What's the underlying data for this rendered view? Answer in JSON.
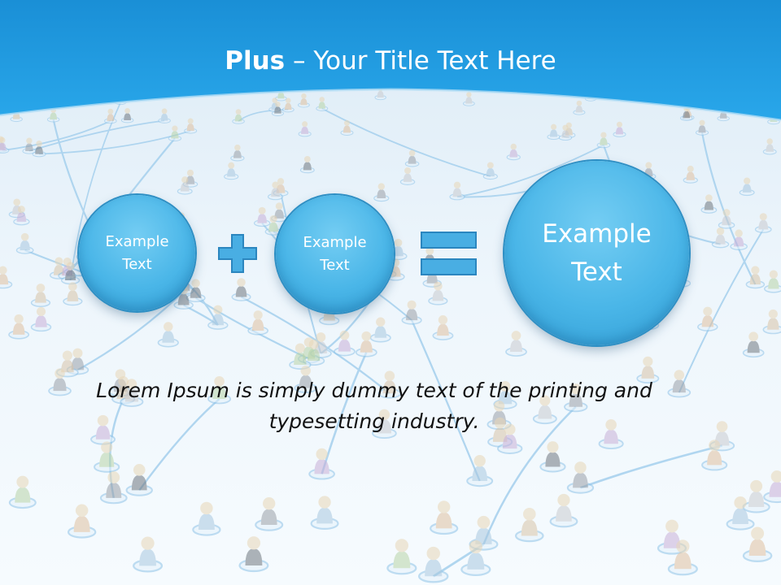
{
  "slide": {
    "title_bold": "Plus",
    "title_rest": " – Your Title Text Here",
    "circles": [
      {
        "label": "Example\nText"
      },
      {
        "label": "Example\nText"
      },
      {
        "label": "Example\nText"
      }
    ],
    "body_text": "Lorem Ipsum is simply dummy text of the printing and typesetting industry."
  },
  "icons": {
    "operator_1": "plus-icon",
    "operator_2": "equals-icon"
  },
  "colors": {
    "header_blue": "#1a8fd6",
    "circle_blue": "#4ab6e8",
    "operator_blue": "#49aee3",
    "background": "#f3f8fc"
  }
}
